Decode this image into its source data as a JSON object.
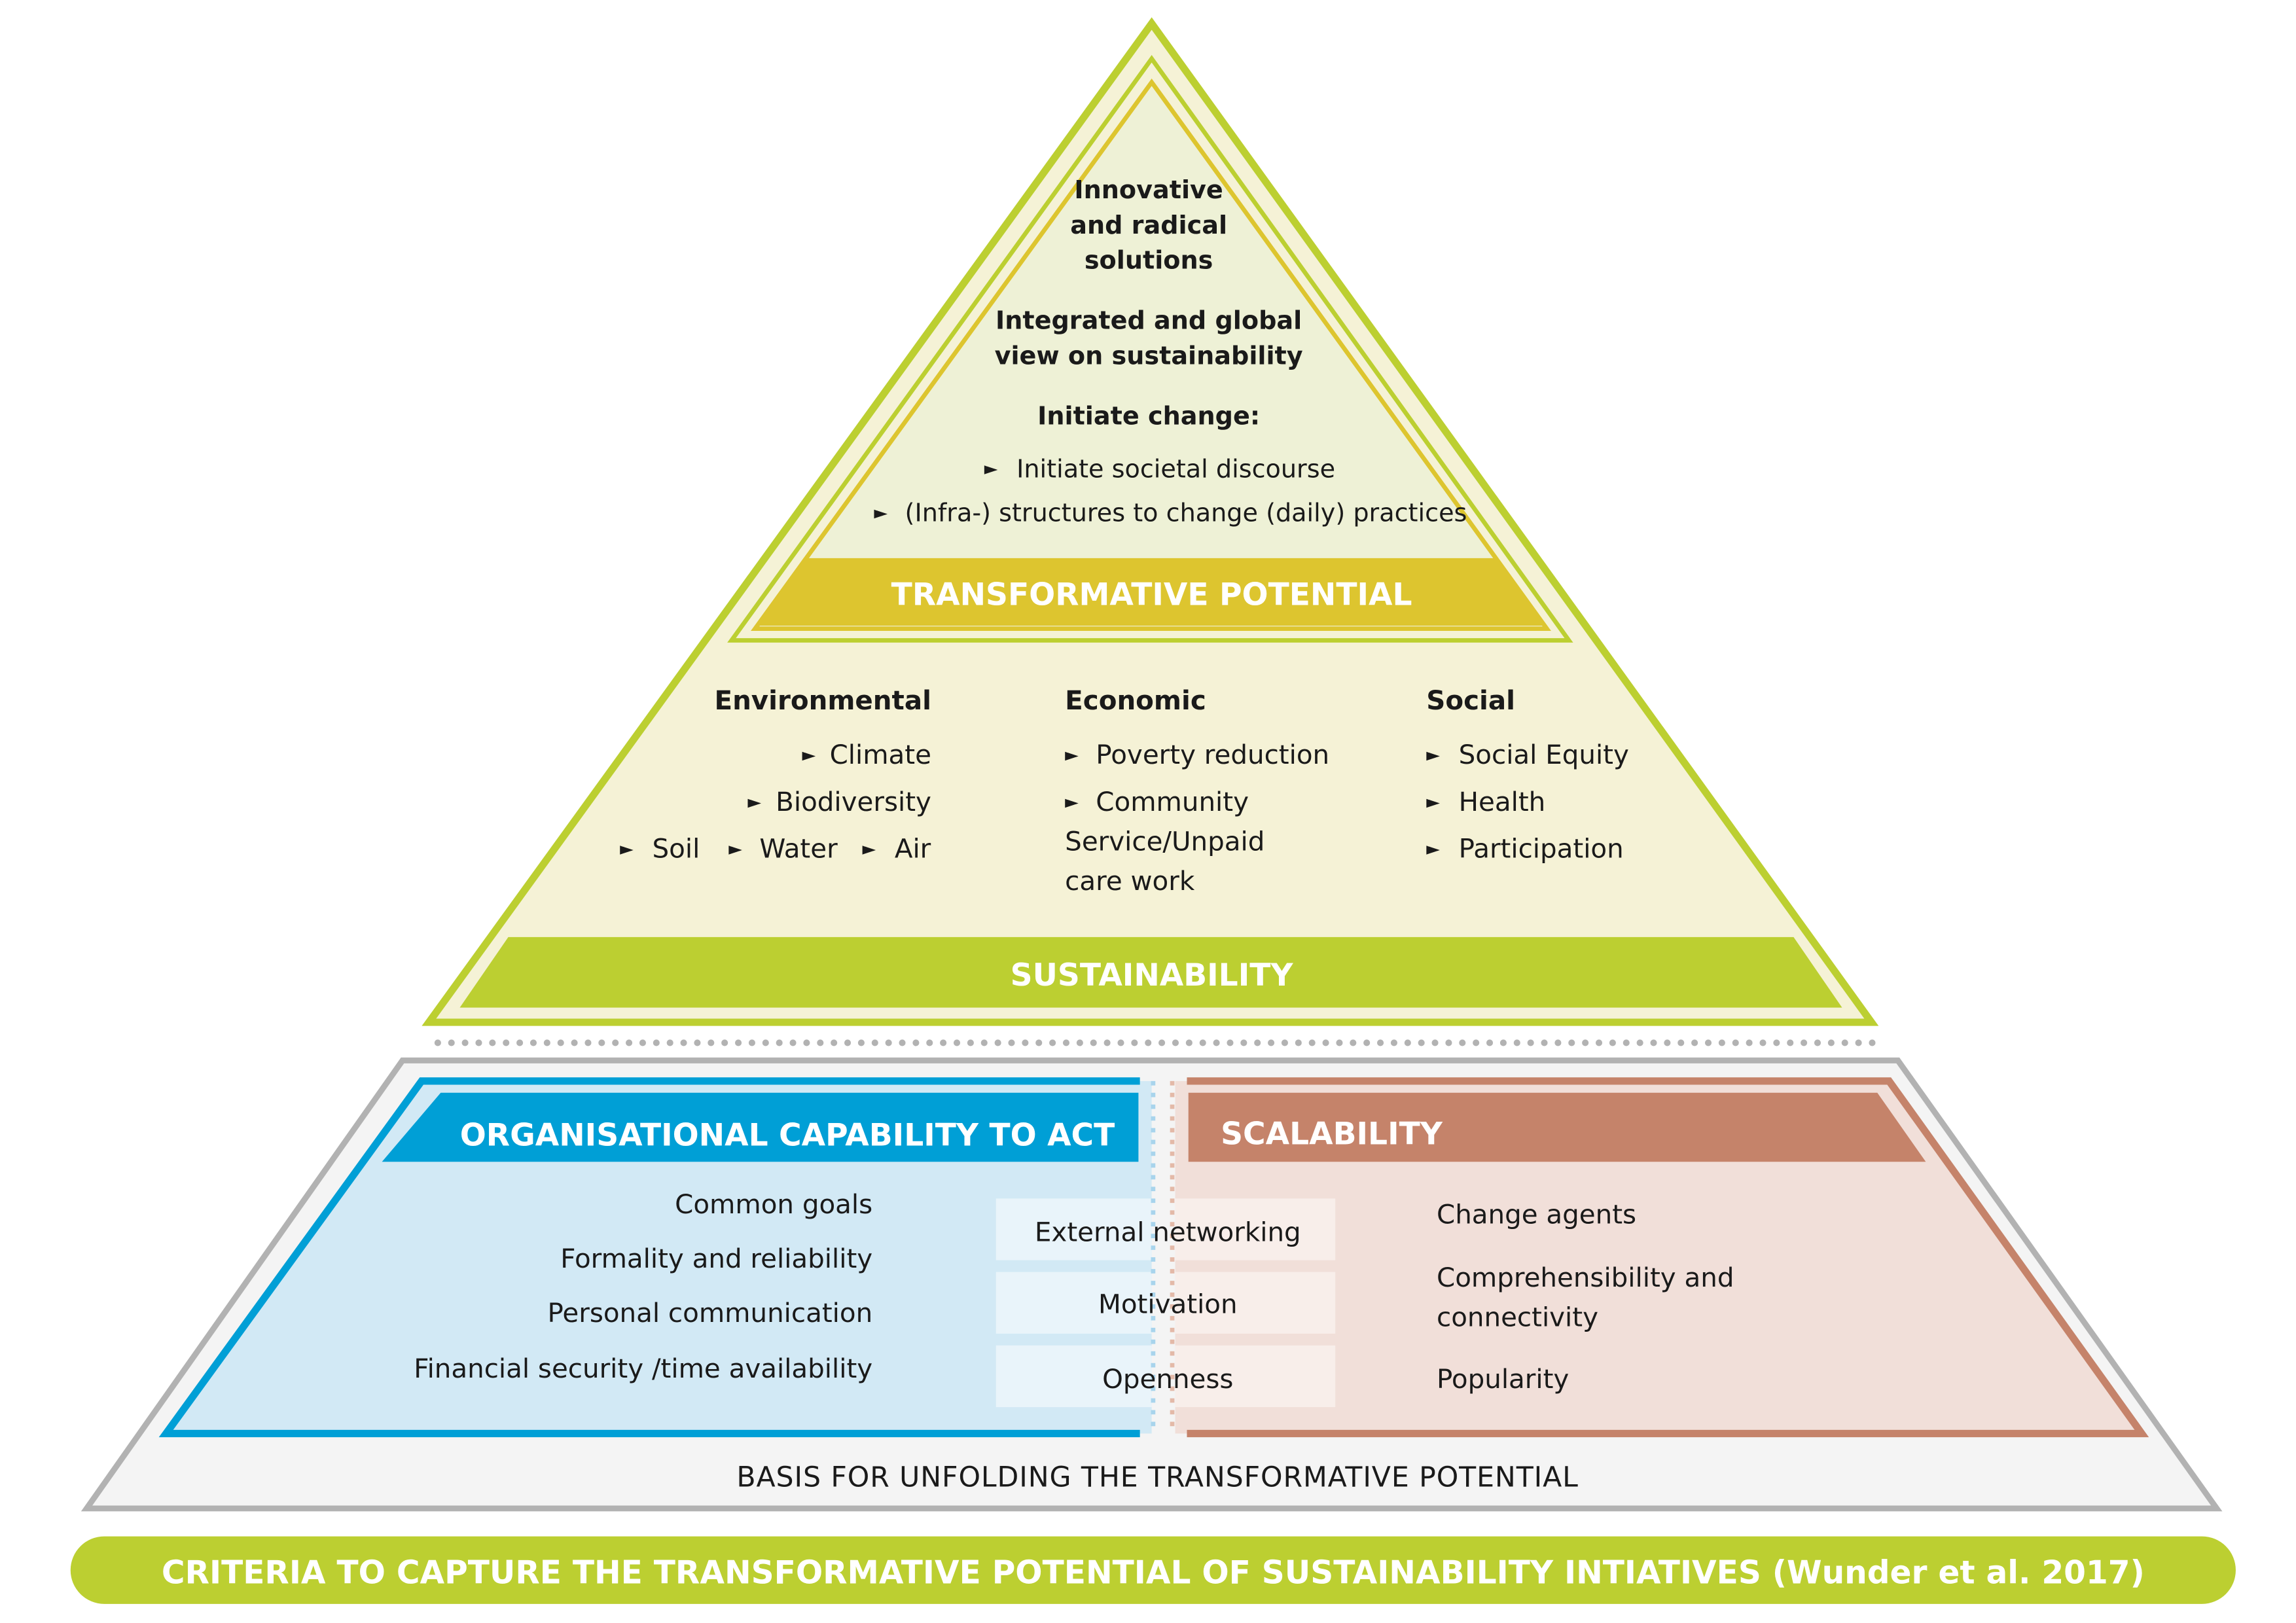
{
  "transformative": {
    "heading1_line1": "Innovative",
    "heading1_line2": "and radical",
    "heading1_line3": "solutions",
    "heading2_line1": "Integrated and global",
    "heading2_line2": "view on sustainability",
    "heading3": "Initiate change:",
    "items": [
      "Initiate societal discourse",
      "(Infra-) structures to change (daily) practices"
    ],
    "band_label": "TRANSFORMATIVE POTENTIAL"
  },
  "sustainability": {
    "environmental": {
      "title": "Environmental",
      "climate": "Climate",
      "biodiversity": "Biodiversity",
      "soil": "Soil",
      "water": "Water",
      "air": "Air"
    },
    "economic": {
      "title": "Economic",
      "item1": "Poverty reduction",
      "item2_line1": "Community",
      "item2_line2": "Service/Unpaid",
      "item2_line3": "care work"
    },
    "social": {
      "title": "Social",
      "items": [
        "Social Equity",
        "Health",
        "Participation"
      ]
    },
    "band_label": "SUSTAINABILITY"
  },
  "organisational": {
    "band_label": "ORGANISATIONAL CAPABILITY TO ACT",
    "items": [
      "Common goals",
      "Formality and reliability",
      "Personal communication",
      "Financial security /time availability"
    ]
  },
  "shared": {
    "items": [
      "External networking",
      "Motivation",
      "Openness"
    ]
  },
  "scalability": {
    "band_label": "SCALABILITY",
    "item1": "Change agents",
    "item2_line1": "Comprehensibility and",
    "item2_line2": "connectivity",
    "item3": "Popularity"
  },
  "basis_label": "BASIS FOR UNFOLDING THE TRANSFORMATIVE POTENTIAL",
  "footer": "CRITERIA TO CAPTURE THE TRANSFORMATIVE POTENTIAL OF SUSTAINABILITY INTIATIVES (Wunder et al. 2017)",
  "colors": {
    "lime": "#bccf31",
    "yellow": "#ddc52f",
    "cream_outer": "#f5f2d6",
    "cream_inner": "#eef1d6",
    "blue": "#009fd6",
    "blue_fill": "#d2e9f5",
    "terracotta": "#c5836a",
    "terra_fill": "#f1dfd9",
    "grey": "#b2b2b2",
    "grey_fill": "#f4f4f4"
  }
}
